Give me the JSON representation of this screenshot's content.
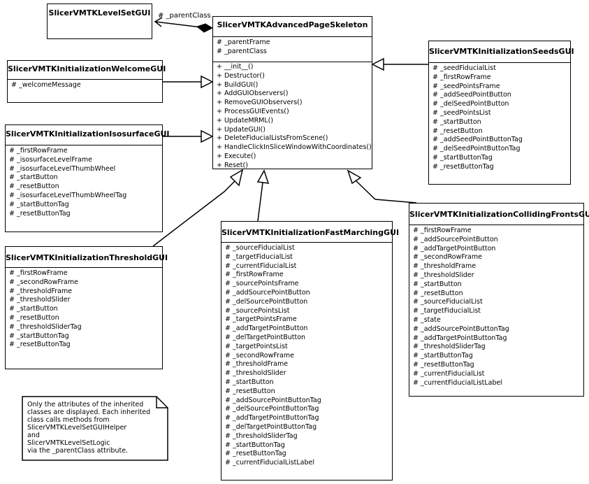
{
  "classes": {
    "levelset": {
      "name": "SlicerVMTKLevelSetGUI"
    },
    "skeleton": {
      "name": "SlicerVMTKAdvancedPageSkeleton",
      "attributes": [
        "# _parentFrame",
        "# _parentClass"
      ],
      "methods": [
        "+ __init__()",
        "+ Destructor()",
        "+ BuildGUI()",
        "+ AddGUIObservers()",
        "+ RemoveGUIObservers()",
        "+ ProcessGUIEvents()",
        "+ UpdateMRML()",
        "+ UpdateGUI()",
        "+ DeleteFiducialListsFromScene()",
        "+ HandleClickInSliceWindowWithCoordinates()",
        "+ Execute()",
        "+ Reset()"
      ]
    },
    "welcome": {
      "name": "SlicerVMTKInitializationWelcomeGUI",
      "attributes": [
        "# _welcomeMessage"
      ]
    },
    "isosurface": {
      "name": "SlicerVMTKInitializationIsosurfaceGUI",
      "attributes": [
        "# _firstRowFrame",
        "# _isosurfaceLevelFrame",
        "# _isosurfaceLevelThumbWheel",
        "# _startButton",
        "# _resetButton",
        "# _isosurfaceLevelThumbWheelTag",
        "# _startButtonTag",
        "# _resetButtonTag"
      ]
    },
    "threshold": {
      "name": "SlicerVMTKInitializationThresholdGUI",
      "attributes": [
        "# _firstRowFrame",
        "# _secondRowFrame",
        "# _thresholdFrame",
        "# _thresholdSlider",
        "# _startButton",
        "# _resetButton",
        "# _thresholdSliderTag",
        "# _startButtonTag",
        "# _resetButtonTag"
      ]
    },
    "seeds": {
      "name": "SlicerVMTKInitializationSeedsGUI",
      "attributes": [
        "# _seedFiducialList",
        "# _firstRowFrame",
        "# _seedPointsFrame",
        "# _addSeedPointButton",
        "# _delSeedPointButton",
        "# _seedPointsList",
        "# _startButton",
        "# _resetButton",
        "# _addSeedPointButtonTag",
        "# _delSeedPointButtonTag",
        "# _startButtonTag",
        "# _resetButtonTag"
      ]
    },
    "fastmarching": {
      "name": "SlicerVMTKInitializationFastMarchingGUI",
      "attributes": [
        "# _sourceFiducialList",
        "# _targetFiducialList",
        "# _currentFiducialList",
        "# _firstRowFrame",
        "# _sourcePointsFrame",
        "# _addSourcePointButton",
        "# _delSourcePointButton",
        "# _sourcePointsList",
        "# _targetPointsFrame",
        "# _addTargetPointButton",
        "# _delTargetPointButton",
        "# _targetPointsList",
        "# _secondRowFrame",
        "# _thresholdFrame",
        "# _thresholdSlider",
        "# _startButton",
        "# _resetButton",
        "# _addSourcePointButtonTag",
        "# _delSourcePointButtonTag",
        "# _addTargetPointButtonTag",
        "# _delTargetPointButtonTag",
        "# _thresholdSliderTag",
        "# _startButtonTag",
        "# _resetButtonTag",
        "# _currentFiducialListLabel"
      ]
    },
    "colliding": {
      "name": "SlicerVMTKInitializationCollidingFrontsGUI",
      "attributes": [
        "# _firstRowFrame",
        "# _addSourcePointButton",
        "# _addTargetPointButton",
        "# _secondRowFrame",
        "# _thresholdFrame",
        "# _thresholdSlider",
        "# _startButton",
        "# _resetButton",
        "# _sourceFiducialList",
        "# _targetFiducialList",
        "# _state",
        "# _addSourcePointButtonTag",
        "# _addTargetPointButtonTag",
        "# _thresholdSliderTag",
        "# _startButtonTag",
        "# _resetButtonTag",
        "# _currentFiducialList",
        "# _currentFiducialListLabel"
      ]
    }
  },
  "association_label": "# _parentClass",
  "note": "Only the attributes of the inherited\nclasses are displayed. Each inherited\nclass calls methods from\nSlicerVMTKLevelSetGUIHelper\nand\nSlicerVMTKLevelSetLogic\nvia the _parentClass attribute."
}
